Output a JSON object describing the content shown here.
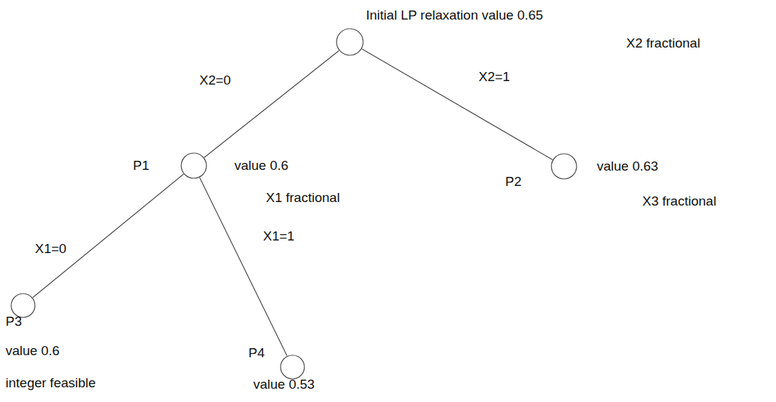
{
  "diagram": {
    "nodes": [
      {
        "text": [
          "Initial LP relaxation value 0.65",
          "X2 fractional"
        ]
      },
      {
        "text": [
          "P1",
          "value 0.6",
          "X1 fractional"
        ]
      },
      {
        "text": [
          "P2",
          "value 0.63",
          "X3 fractional"
        ]
      },
      {
        "text": [
          "P3",
          "value 0.6",
          "integer feasible"
        ]
      },
      {
        "text": [
          "P4",
          "value 0.53"
        ]
      }
    ],
    "edges": [
      {
        "from": 0,
        "to": 1,
        "label": "X2=0",
        "arrow": "none"
      },
      {
        "from": 0,
        "to": 2,
        "label": "X2=1",
        "arrow": "none"
      },
      {
        "from": 1,
        "to": 3,
        "label": "X1=0",
        "arrow": "none"
      },
      {
        "from": 1,
        "to": 4,
        "label": "X1=1",
        "arrow": "none"
      }
    ]
  }
}
